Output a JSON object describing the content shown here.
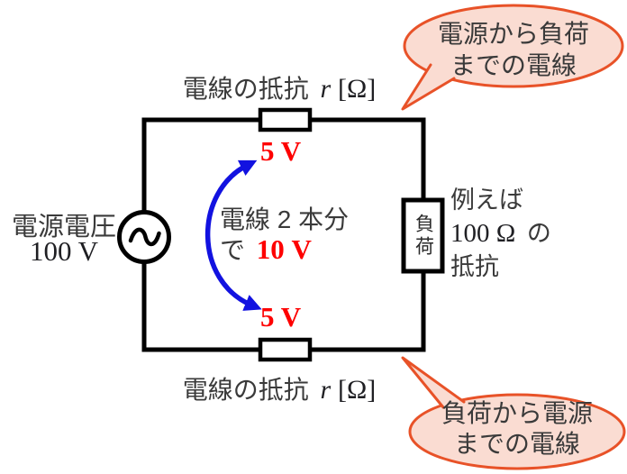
{
  "colors": {
    "wire": "#000000",
    "red": "#fe0000",
    "blue": "#1212e0",
    "gray_text": "#3a3a3a",
    "math_text": "#1f1f23",
    "bubble_border": "#e85228",
    "bubble_fill": "#fadcd2"
  },
  "diagram": {
    "wire_label_top": {
      "jp": "電線の抵抗",
      "var": "r",
      "unit": "[Ω]"
    },
    "wire_label_bottom": {
      "jp": "電線の抵抗",
      "var": "r",
      "unit": "[Ω]"
    },
    "source": {
      "title": "電源電圧",
      "voltage": "100 V"
    },
    "load": {
      "box": "負荷",
      "note_line1": "例えば",
      "note_value": "100 Ω",
      "note_particle": "の",
      "note_line3": "抵抗"
    },
    "drops": {
      "top": "5 V",
      "bottom": "5 V",
      "combined_jp": "電線 2 本分",
      "combined_mid": "で",
      "combined_value": "10 V"
    },
    "callout_top": {
      "line1": "電源から負荷",
      "line2": "までの電線"
    },
    "callout_bottom": {
      "line1": "負荷から電源",
      "line2": "までの電線"
    }
  }
}
